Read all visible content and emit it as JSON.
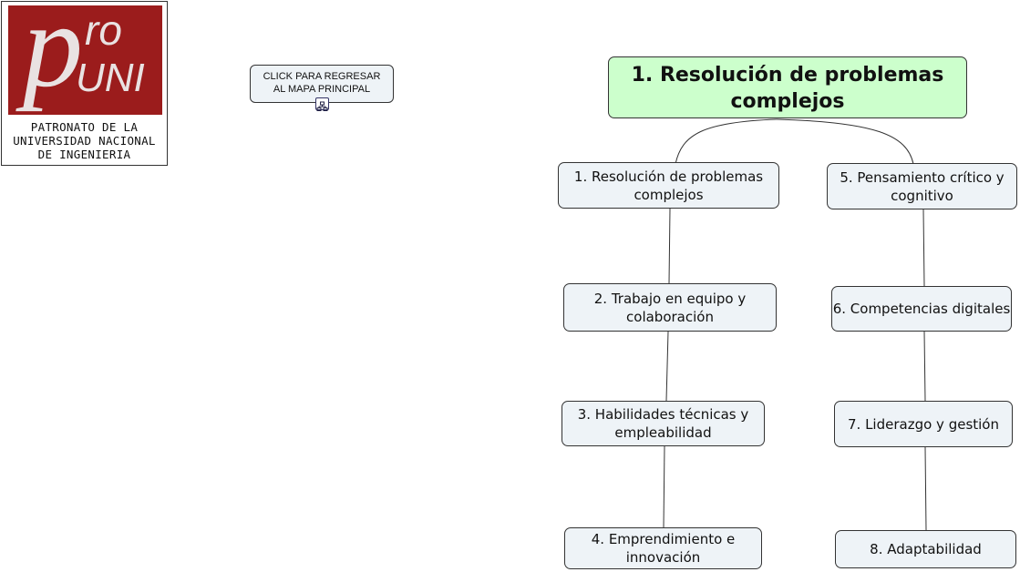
{
  "logo": {
    "brand_lines": [
      "PATRONATO DE LA",
      "UNIVERSIDAD NACIONAL",
      "DE INGENIERIA"
    ],
    "mark_p": "p",
    "mark_ro": "ro",
    "mark_uni": "UNI",
    "brand_color": "#9b1c1c"
  },
  "back_button": {
    "label_line1": "CLICK PARA REGRESAR",
    "label_line2": "AL MAPA PRINCIPAL",
    "icon": "map-link-icon"
  },
  "mindmap": {
    "root": "1. Resolución de problemas complejos",
    "root_color": "#ccffcc",
    "node_color": "#eef3f7",
    "left_branch": [
      "1. Resolución de problemas complejos",
      "2. Trabajo en equipo y colaboración",
      "3. Habilidades técnicas y empleabilidad",
      "4. Emprendimiento e innovación"
    ],
    "right_branch": [
      "5. Pensamiento crítico y cognitivo",
      "6. Competencias digitales",
      "7. Liderazgo y gestión",
      "8. Adaptabilidad"
    ]
  }
}
